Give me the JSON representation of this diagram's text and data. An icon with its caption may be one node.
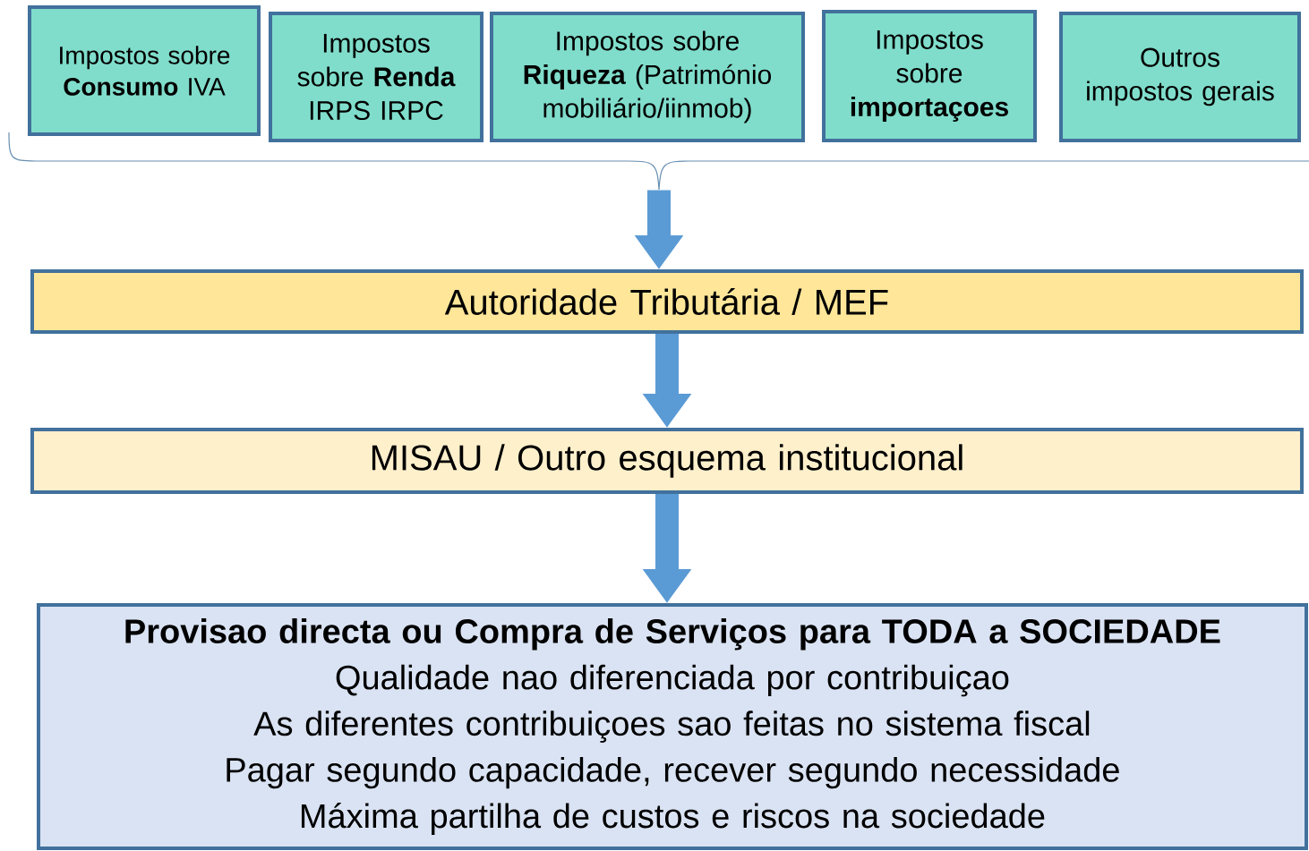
{
  "diagram": {
    "nodes": [
      {
        "text": [
          "Impostos sobre **Consumo** IVA"
        ]
      },
      {
        "text": [
          "Impostos sobre **Renda** IRPS IRPC"
        ]
      },
      {
        "text": [
          "Impostos sobre **Riqueza** (Património mobiliário/iinmob)"
        ]
      },
      {
        "text": [
          "Impostos sobre **importaçoes**"
        ]
      },
      {
        "text": [
          "Outros impostos gerais"
        ]
      },
      {
        "text": [],
        "shape": "bracket"
      },
      {
        "text": [
          "Autoridade Tributária / MEF"
        ]
      },
      {
        "text": [
          "MISAU / Outro esquema institucional"
        ]
      },
      {
        "text": [
          "Provisao directa ou Compra de Serviços para TODA a SOCIEDADE",
          "Qualidade nao diferenciada por contribuiçao",
          "As diferentes contribuiçoes sao feitas no sistema fiscal",
          "Pagar segundo capacidade, recever segundo necessidade",
          "Máxima partilha de custos e riscos na sociedade"
        ]
      }
    ],
    "edges": [
      {
        "from": 5,
        "to": 6,
        "arrow": "to"
      },
      {
        "from": 6,
        "to": 7,
        "arrow": "to"
      },
      {
        "from": 7,
        "to": 8,
        "arrow": "to"
      }
    ]
  }
}
